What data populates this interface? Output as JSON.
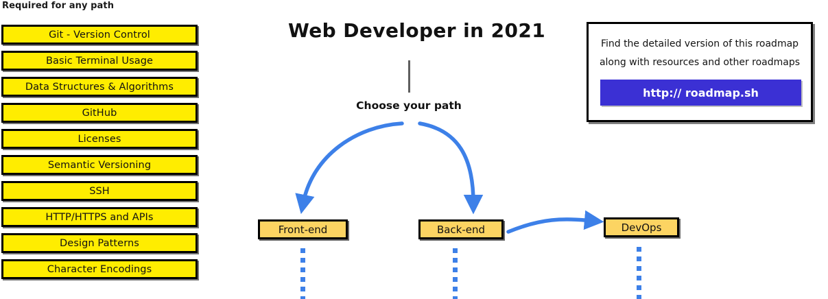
{
  "sidebar": {
    "heading": "Required for any path",
    "items": [
      {
        "label": "Git - Version Control"
      },
      {
        "label": "Basic Terminal Usage"
      },
      {
        "label": "Data Structures & Algorithms"
      },
      {
        "label": "GitHub"
      },
      {
        "label": "Licenses"
      },
      {
        "label": "Semantic Versioning"
      },
      {
        "label": "SSH"
      },
      {
        "label": "HTTP/HTTPS and APIs"
      },
      {
        "label": "Design Patterns"
      },
      {
        "label": "Character Encodings"
      }
    ]
  },
  "main": {
    "title": "Web Developer in 2021",
    "choose_path_label": "Choose your path",
    "nodes": [
      {
        "label": "Front-end"
      },
      {
        "label": "Back-end"
      },
      {
        "label": "DevOps"
      }
    ]
  },
  "info_box": {
    "line1": "Find the detailed version of this roadmap",
    "line2": "along with resources and other roadmaps",
    "cta_label": "http:// roadmap.sh"
  },
  "colors": {
    "required_fill": "#ffed00",
    "node_fill": "#fcd462",
    "arrow_blue": "#3d80e8",
    "cta_blue": "#3b30d4",
    "outline": "#000000",
    "connector_grey": "#5f5f5f"
  }
}
